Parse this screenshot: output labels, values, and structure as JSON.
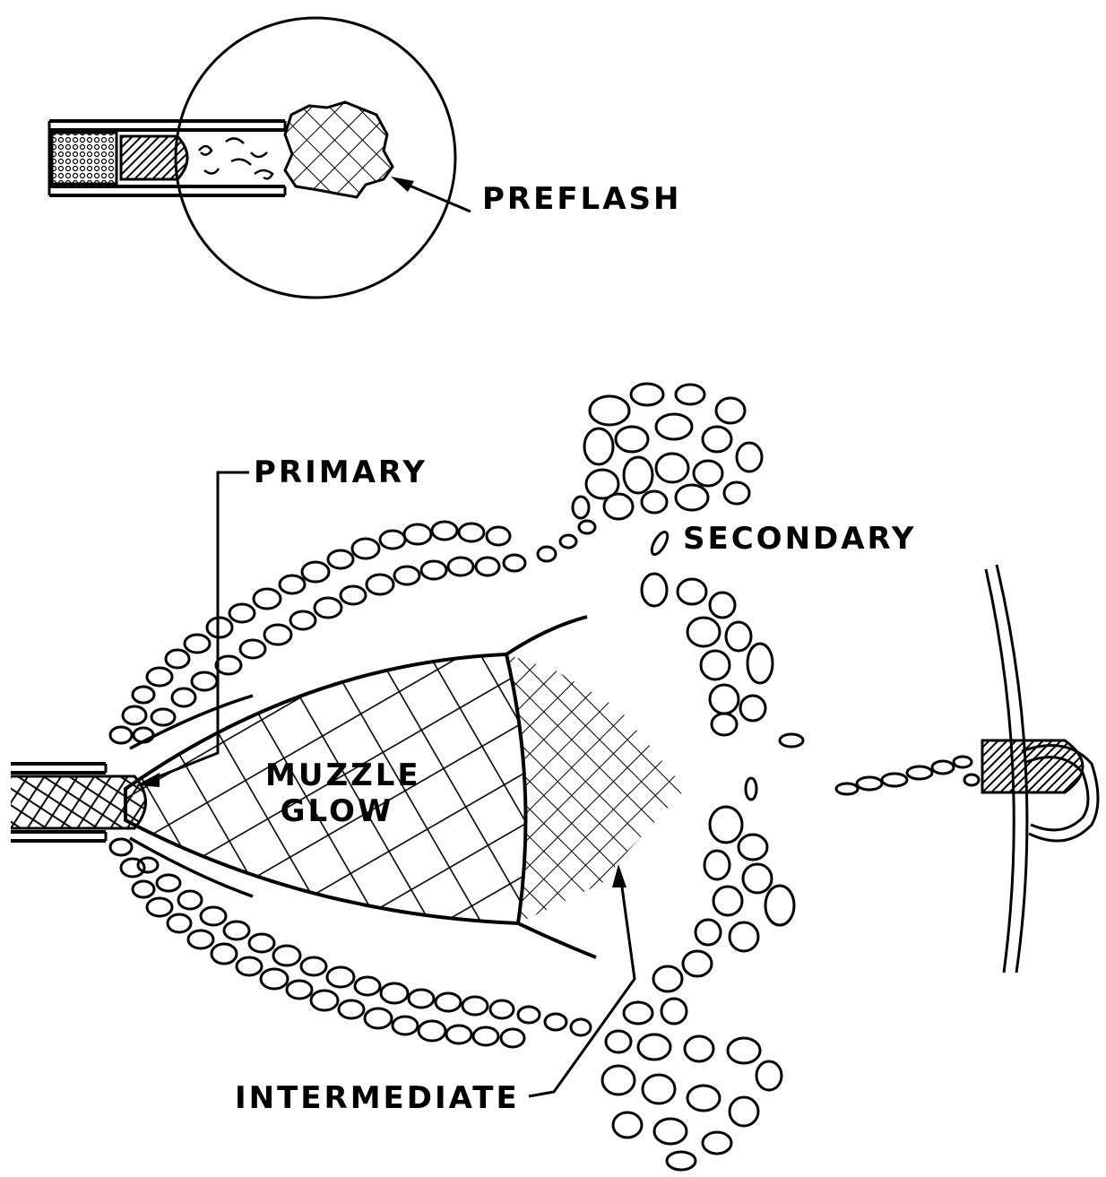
{
  "labels": {
    "preflash": "PREFLASH",
    "primary": "PRIMARY",
    "secondary": "SECONDARY",
    "muzzle": "MUZZLE",
    "glow": "GLOW",
    "intermediate": "INTERMEDIATE"
  },
  "colors": {
    "ink": "#000000",
    "paper": "#ffffff"
  }
}
